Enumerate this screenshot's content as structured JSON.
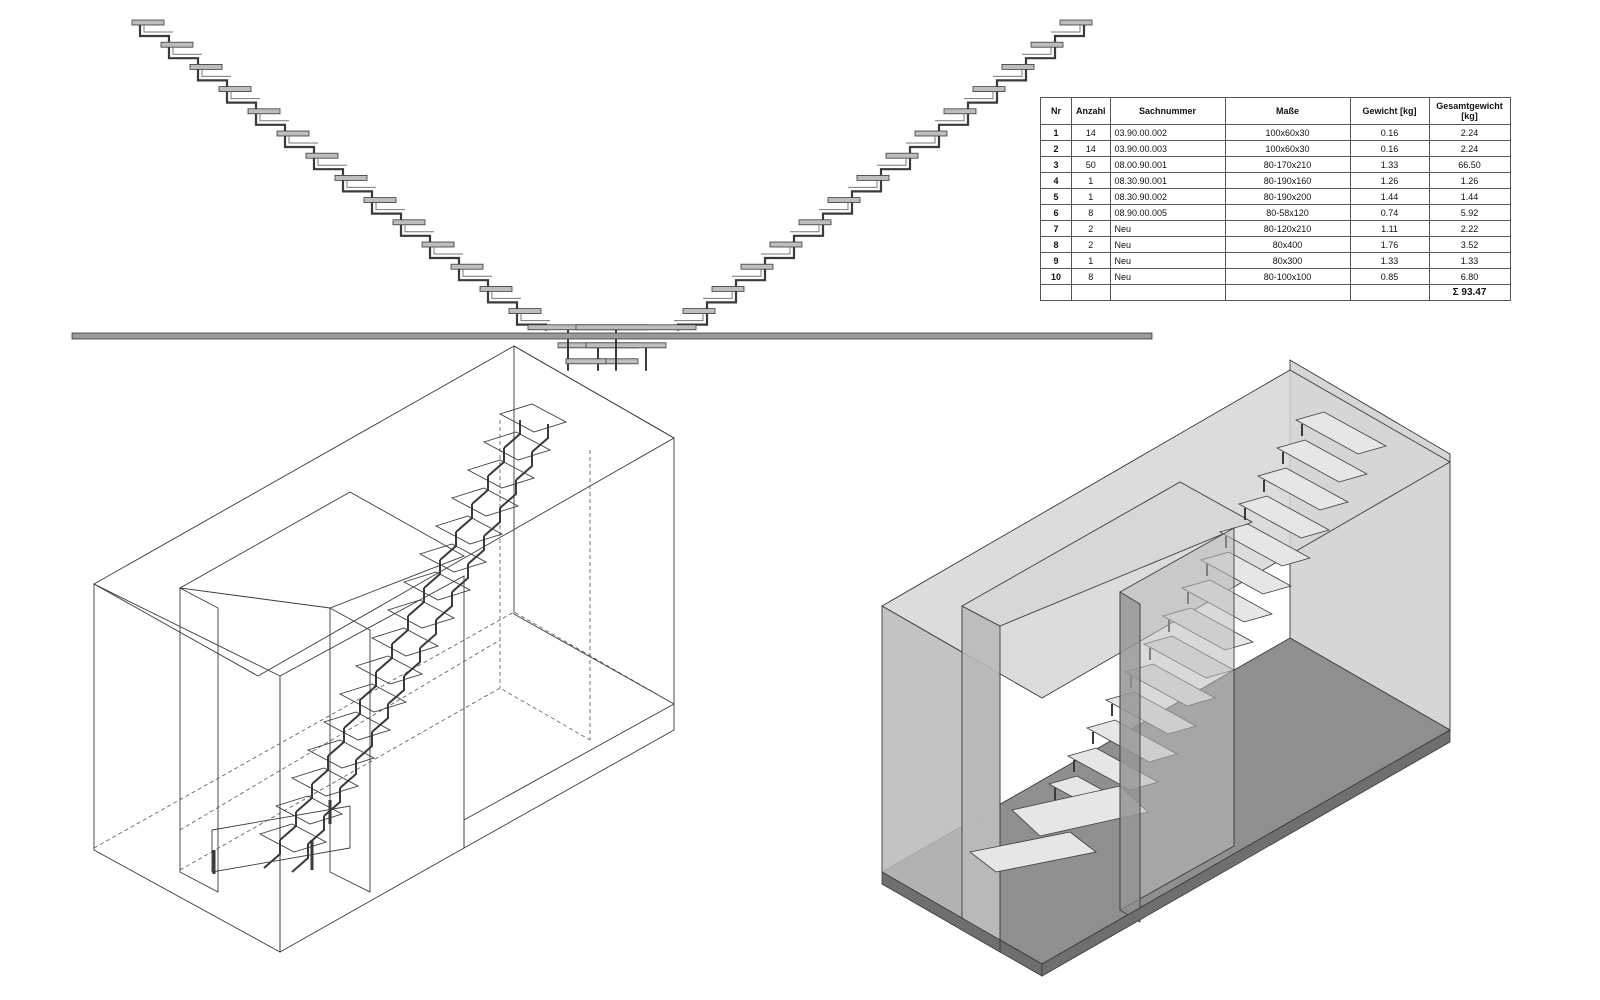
{
  "table": {
    "headers": [
      "Nr",
      "Anzahl",
      "Sachnummer",
      "Maße",
      "Gewicht [kg]",
      "Gesamtgewicht [kg]"
    ],
    "rows": [
      {
        "nr": "1",
        "qty": "14",
        "part": "03.90.00.002",
        "dims": "100x60x30",
        "weight": "0.16",
        "total": "2.24"
      },
      {
        "nr": "2",
        "qty": "14",
        "part": "03.90.00.003",
        "dims": "100x60x30",
        "weight": "0.16",
        "total": "2.24"
      },
      {
        "nr": "3",
        "qty": "50",
        "part": "08.00.90.001",
        "dims": "80-170x210",
        "weight": "1.33",
        "total": "66.50"
      },
      {
        "nr": "4",
        "qty": "1",
        "part": "08.30.90.001",
        "dims": "80-190x160",
        "weight": "1.26",
        "total": "1.26"
      },
      {
        "nr": "5",
        "qty": "1",
        "part": "08.30.90.002",
        "dims": "80-190x200",
        "weight": "1.44",
        "total": "1.44"
      },
      {
        "nr": "6",
        "qty": "8",
        "part": "08.90.00.005",
        "dims": "80-58x120",
        "weight": "0.74",
        "total": "5.92"
      },
      {
        "nr": "7",
        "qty": "2",
        "part": "Neu",
        "dims": "80-120x210",
        "weight": "1.11",
        "total": "2.22"
      },
      {
        "nr": "8",
        "qty": "2",
        "part": "Neu",
        "dims": "80x400",
        "weight": "1.76",
        "total": "3.52"
      },
      {
        "nr": "9",
        "qty": "1",
        "part": "Neu",
        "dims": "80x300",
        "weight": "1.33",
        "total": "1.33"
      },
      {
        "nr": "10",
        "qty": "8",
        "part": "Neu",
        "dims": "80-100x100",
        "weight": "0.85",
        "total": "6.80"
      }
    ],
    "sum": "Σ 93.47"
  },
  "colors": {
    "line": "#3a3a3a",
    "tread": "#bdbdbd",
    "glass_light": "#d6d6d6",
    "glass_mid": "#b9b9b9",
    "glass_dark": "#8f8f8f"
  },
  "icons": [
    "staircase-elevation-left",
    "staircase-elevation-right",
    "floor-line",
    "wireframe-isometric",
    "shaded-isometric"
  ]
}
